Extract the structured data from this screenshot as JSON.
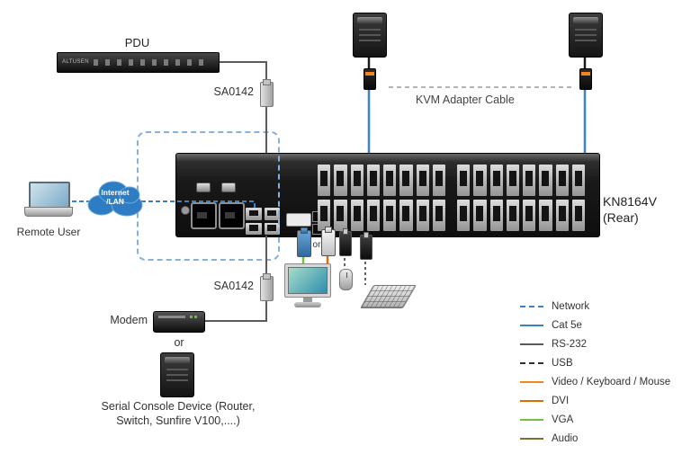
{
  "colors": {
    "network": "#3b82c4",
    "cat5e": "#3b82c4",
    "rs232": "#5a5a5a",
    "usb": "#2f2f2f",
    "video_kb_mouse": "#f5831f",
    "dvi": "#e06c00",
    "vga": "#76bf43",
    "audio": "#7d7031"
  },
  "devices": {
    "pdu": {
      "label": "PDU",
      "brand": "ALTUSEN"
    },
    "kvm": {
      "model": "KN8164V",
      "view": "(Rear)"
    },
    "remote_user": "Remote User",
    "cloud": {
      "line1": "Internet",
      "line2": "/LAN"
    },
    "modem": "Modem",
    "serial_console": {
      "line1": "Serial Console Device (Router,",
      "line2": "Switch, Sunfire V100,....)"
    }
  },
  "annotations": {
    "sa0142_top": "SA0142",
    "sa0142_bottom": "SA0142",
    "kvm_adapter_cable": "KVM Adapter Cable",
    "or_modem": "or",
    "or_video": "or"
  },
  "legend": {
    "items": [
      {
        "label": "Network",
        "style": "dashed",
        "color": "#3b82c4"
      },
      {
        "label": "Cat 5e",
        "style": "solid",
        "color": "#3b82c4"
      },
      {
        "label": "RS-232",
        "style": "solid",
        "color": "#5a5a5a"
      },
      {
        "label": "USB",
        "style": "dashed",
        "color": "#2f2f2f"
      },
      {
        "label": "Video / Keyboard / Mouse",
        "style": "solid",
        "color": "#f5831f"
      },
      {
        "label": "DVI",
        "style": "solid",
        "color": "#e06c00"
      },
      {
        "label": "VGA",
        "style": "solid",
        "color": "#76bf43"
      },
      {
        "label": "Audio",
        "style": "solid",
        "color": "#7d7031"
      }
    ]
  }
}
